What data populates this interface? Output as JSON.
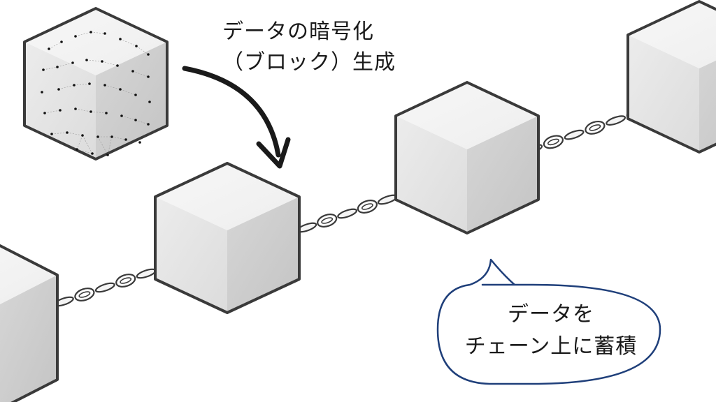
{
  "encrypt_caption": {
    "line1": "データの暗号化",
    "line2": "（ブロック）生成"
  },
  "bubble": {
    "line1": "データを",
    "line2": "チェーン上に蓄積"
  },
  "colors": {
    "cube_top": "#f2f2f2",
    "cube_left": "#e2e2e2",
    "cube_right": "#cfcfcf",
    "outline": "#3a3a3a",
    "arrow": "#1a1a1a",
    "bubble_border": "#1f3f7a",
    "chain": "#3a3a3a"
  }
}
